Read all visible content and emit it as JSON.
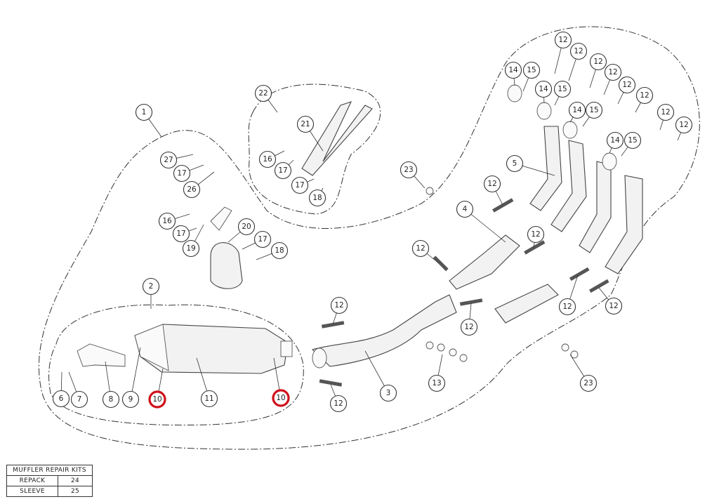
{
  "callouts": [
    "1",
    "2",
    "3",
    "4",
    "5",
    "6",
    "7",
    "8",
    "9",
    "10",
    "11",
    "10",
    "12",
    "12",
    "12",
    "12",
    "12",
    "12",
    "12",
    "12",
    "12",
    "12",
    "12",
    "12",
    "12",
    "12",
    "12",
    "12",
    "13",
    "14",
    "15",
    "14",
    "15",
    "14",
    "15",
    "14",
    "15",
    "16",
    "17",
    "19",
    "20",
    "17",
    "18",
    "27",
    "17",
    "26",
    "22",
    "21",
    "16",
    "17",
    "17",
    "18",
    "23",
    "23"
  ],
  "highlight_color": "#d0101a",
  "repair_kits": {
    "title": "MUFFLER REPAIR KITS",
    "rows": [
      {
        "label": "REPACK",
        "value": "24"
      },
      {
        "label": "SLEEVE",
        "value": "25"
      }
    ]
  }
}
